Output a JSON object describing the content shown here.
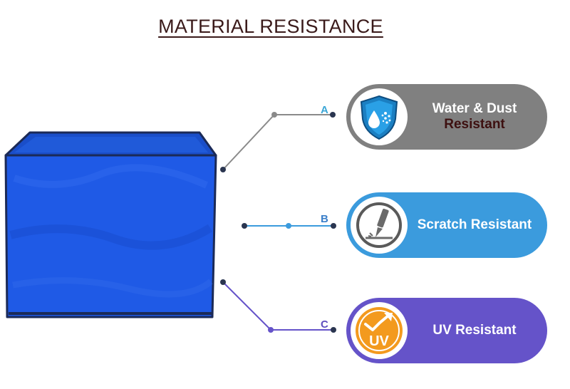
{
  "title": "MATERIAL RESISTANCE",
  "features": [
    {
      "letter": "A",
      "line1": "Water & Dust",
      "line2": "Resistant",
      "icon": "water-dust-shield-icon",
      "color": "#808080",
      "letter_color": "#3aa6d6"
    },
    {
      "letter": "B",
      "line1": "Scratch Resistant",
      "line2": "",
      "icon": "scratch-needle-icon",
      "color": "#3b9bdd",
      "letter_color": "#3b7fc9"
    },
    {
      "letter": "C",
      "line1": "UV Resistant",
      "line2": "",
      "icon": "uv-arrow-icon",
      "color": "#6553c9",
      "letter_color": "#5f4fbf"
    }
  ],
  "uv_badge_text": "UV"
}
